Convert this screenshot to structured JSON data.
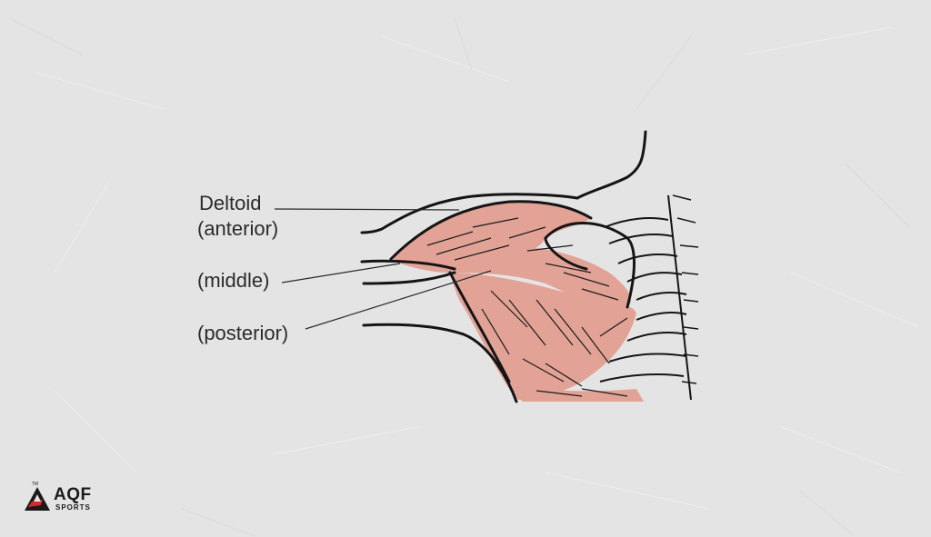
{
  "labels": {
    "deltoid": "Deltoid",
    "anterior": "(anterior)",
    "middle": "(middle)",
    "posterior": "(posterior)"
  },
  "logo": {
    "name": "AQF",
    "sub": "SPORTS",
    "tm": "TM",
    "accent": "#d62828"
  },
  "colors": {
    "background": "#e4e4e4",
    "muscle": "#e2a396",
    "outline": "#151515"
  }
}
